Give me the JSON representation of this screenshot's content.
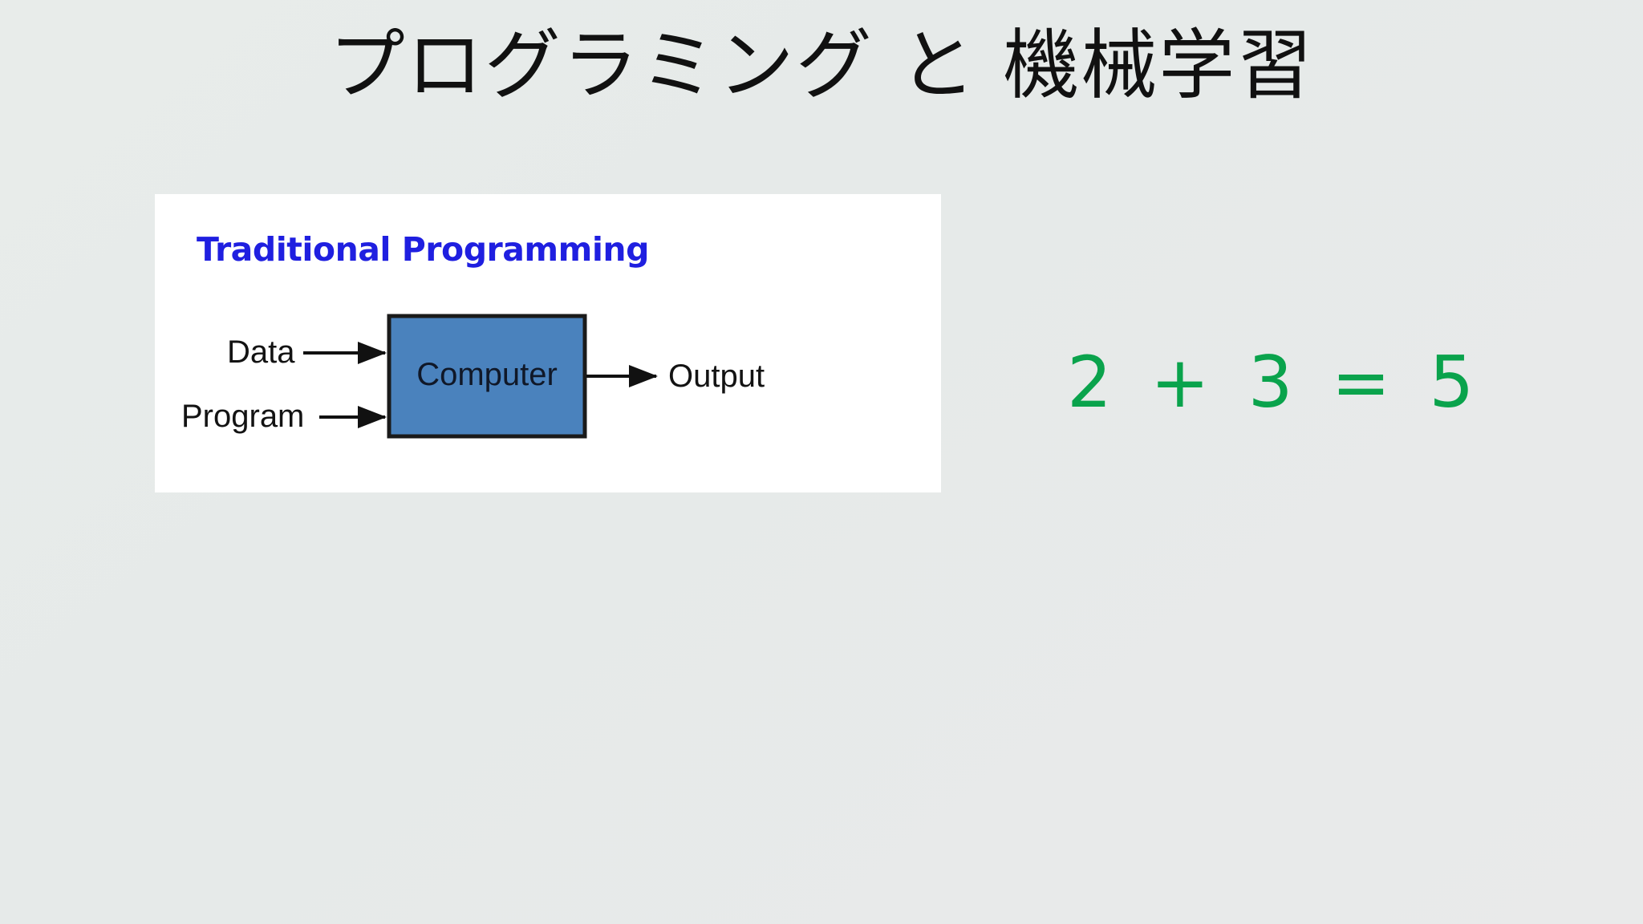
{
  "slide": {
    "title": "プログラミング と 機械学習",
    "background_color": "#e7eae9"
  },
  "image_card": {
    "background_color": "#ffffff",
    "diagram": {
      "heading": "Traditional Programming",
      "heading_color": "#1f1fe0",
      "box_label": "Computer",
      "box_fill_color": "#4a82bd",
      "box_border_color": "#1a1a1a",
      "inputs": [
        {
          "label": "Data"
        },
        {
          "label": "Program"
        }
      ],
      "outputs": [
        {
          "label": "Output"
        }
      ]
    }
  },
  "equation": {
    "text": "2 + 3 = 5",
    "color": "#0aa34c",
    "left_operand": "2",
    "operator": "+",
    "right_operand": "3",
    "equals": "=",
    "result": "5"
  }
}
